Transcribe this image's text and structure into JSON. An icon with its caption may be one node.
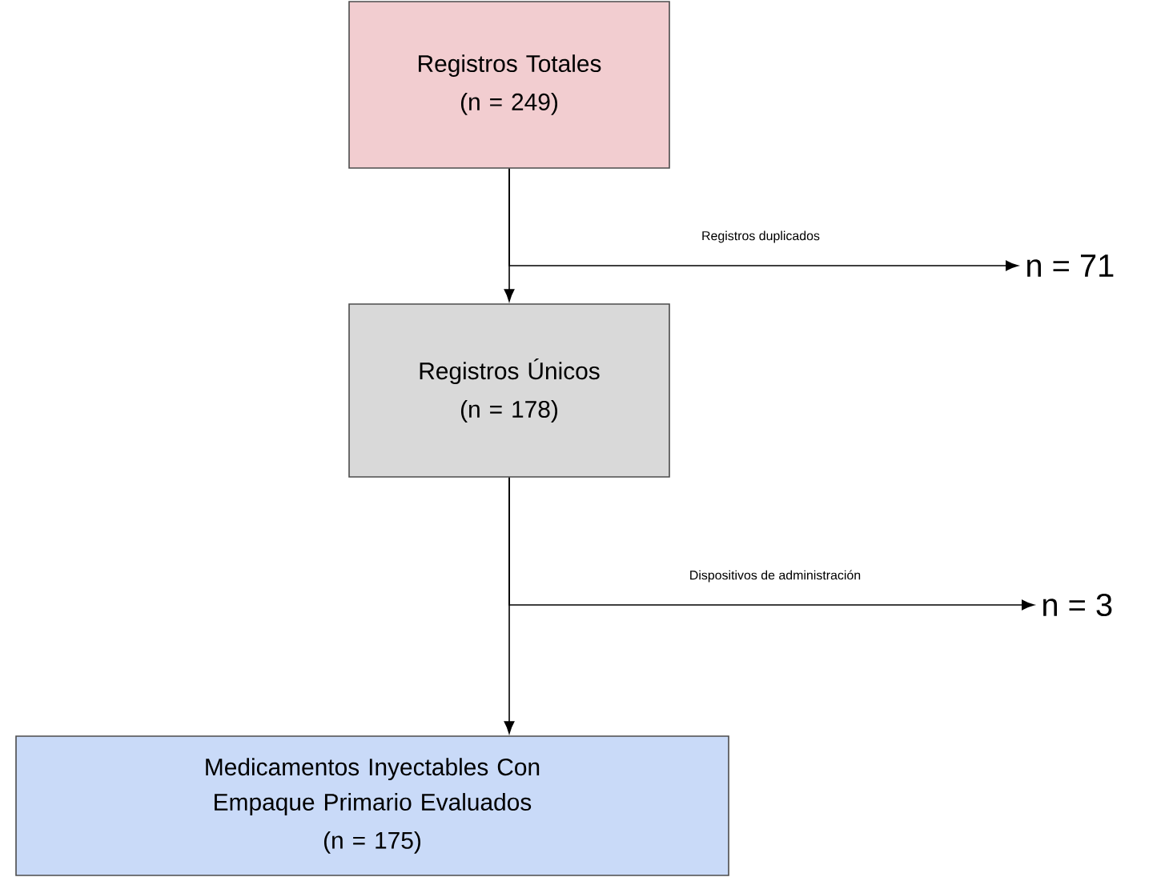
{
  "diagram": {
    "nodes": [
      {
        "text": [
          "Registros Totales",
          "(n = 249)"
        ]
      },
      {
        "text": [
          "Registros Únicos",
          "(n = 178)"
        ]
      },
      {
        "text": [
          "Medicamentos Inyectables Con Empaque Primario Evaluados",
          "(n = 175)"
        ]
      },
      {
        "text": [
          "n = 71"
        ]
      },
      {
        "text": [
          "n = 3"
        ]
      }
    ],
    "edges": [
      {
        "from": 0,
        "to": 1,
        "arrow": "to"
      },
      {
        "from": 0,
        "to": 3,
        "arrow": "to",
        "label": "Registros duplicados"
      },
      {
        "from": 1,
        "to": 2,
        "arrow": "to"
      },
      {
        "from": 1,
        "to": 4,
        "arrow": "to",
        "label": "Dispositivos de administración"
      }
    ]
  }
}
